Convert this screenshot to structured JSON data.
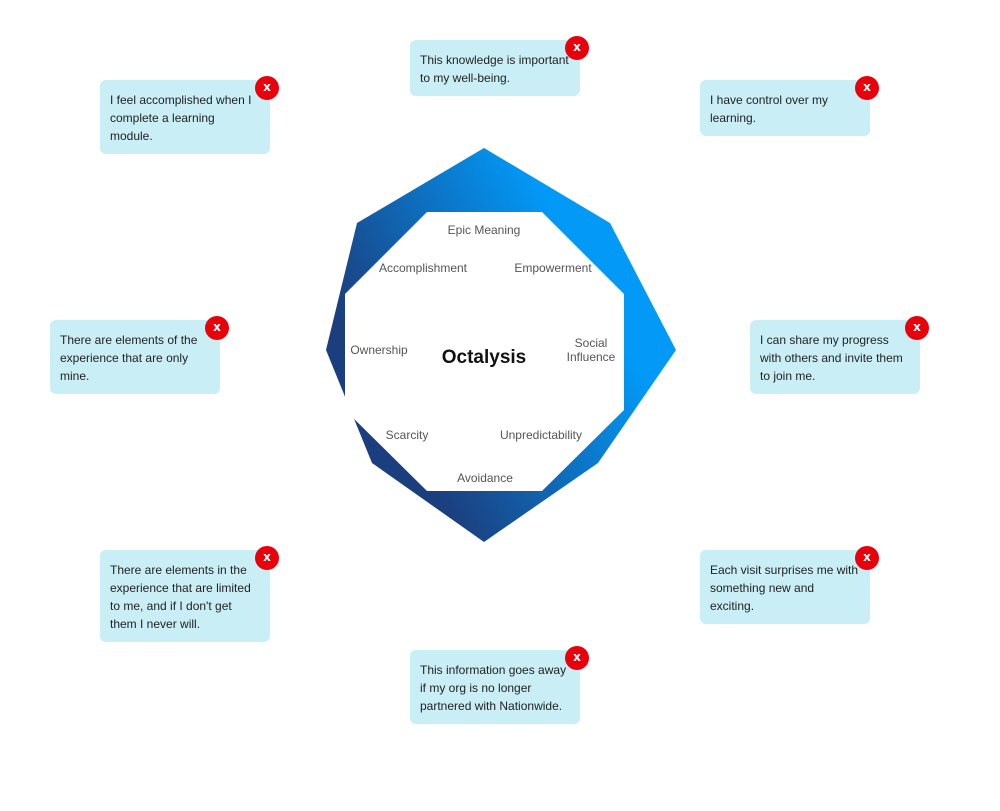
{
  "diagram": {
    "center_title": "Octalysis",
    "drives": {
      "epic_meaning": "Epic Meaning",
      "empowerment": "Empowerment",
      "accomplishment": "Accomplishment",
      "ownership": "Ownership",
      "social_line1": "Social",
      "social_line2": "Influence",
      "scarcity": "Scarcity",
      "unpredictability": "Unpredictability",
      "avoidance": "Avoidance"
    },
    "colors": {
      "gradient_light": "#0299f7",
      "gradient_dark": "#1b3f7e",
      "note_background": "#c9eef6",
      "close_button": "#e8000b"
    }
  },
  "notes": [
    {
      "text": "This knowledge is important to my well-being.",
      "close_icon": "x",
      "drive": "Epic Meaning"
    },
    {
      "text": "I have control over my learning.",
      "close_icon": "x",
      "drive": "Empowerment"
    },
    {
      "text": "I can share my progress with others and invite them to join me.",
      "close_icon": "x",
      "drive": "Social Influence"
    },
    {
      "text": "Each visit surprises me with something new and exciting.",
      "close_icon": "x",
      "drive": "Unpredictability"
    },
    {
      "text": "This information goes away if my org is no longer partnered with Nationwide.",
      "close_icon": "x",
      "drive": "Avoidance"
    },
    {
      "text": "There are elements in the experience that are limited to me, and if I don't get them I never will.",
      "close_icon": "x",
      "drive": "Scarcity"
    },
    {
      "text": "There are elements of the experience that are only mine.",
      "close_icon": "x",
      "drive": "Ownership"
    },
    {
      "text": "I feel accomplished when I complete a learning module.",
      "close_icon": "x",
      "drive": "Accomplishment"
    }
  ]
}
